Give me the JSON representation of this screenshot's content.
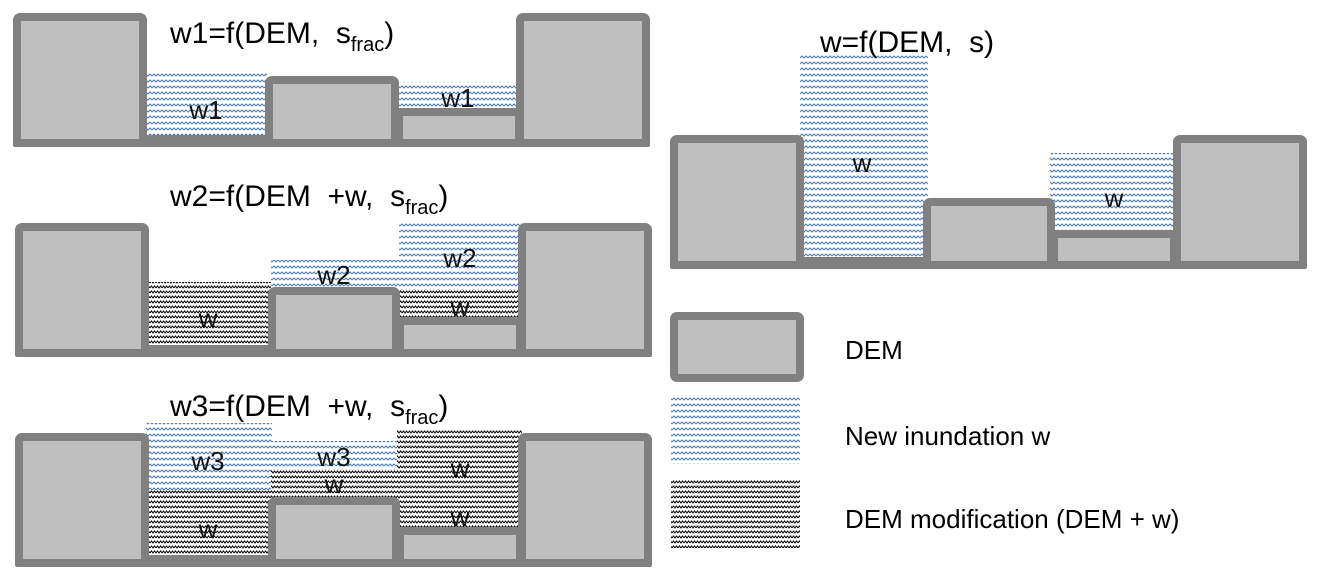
{
  "colors": {
    "dem_fill": "#bfbfbf",
    "dem_border": "#808080",
    "inundation_pattern": "#4a7ab0",
    "modification_pattern": "#000000"
  },
  "panels": {
    "stage1": {
      "title_main": "w1=f(DEM,  s",
      "title_sub": "frac",
      "title_end": ")",
      "labels": [
        "w1",
        "w1"
      ]
    },
    "stage2": {
      "title_main": "w2=f(DEM  +w,  s",
      "title_sub": "frac",
      "title_end": ")",
      "labels": [
        "w",
        "w2",
        "w2",
        "w"
      ]
    },
    "stage3": {
      "title_main": "w3=f(DEM  +w,  s",
      "title_sub": "frac",
      "title_end": ")",
      "labels": [
        "w3",
        "w",
        "w3",
        "w",
        "w",
        "w"
      ]
    },
    "single": {
      "title": "w=f(DEM,  s)",
      "labels": [
        "w",
        "w"
      ]
    }
  },
  "legend": [
    {
      "key": "dem",
      "label": "DEM"
    },
    {
      "key": "inundation",
      "label": "New inundation w"
    },
    {
      "key": "modification",
      "label": "DEM modification (DEM + w)"
    }
  ]
}
